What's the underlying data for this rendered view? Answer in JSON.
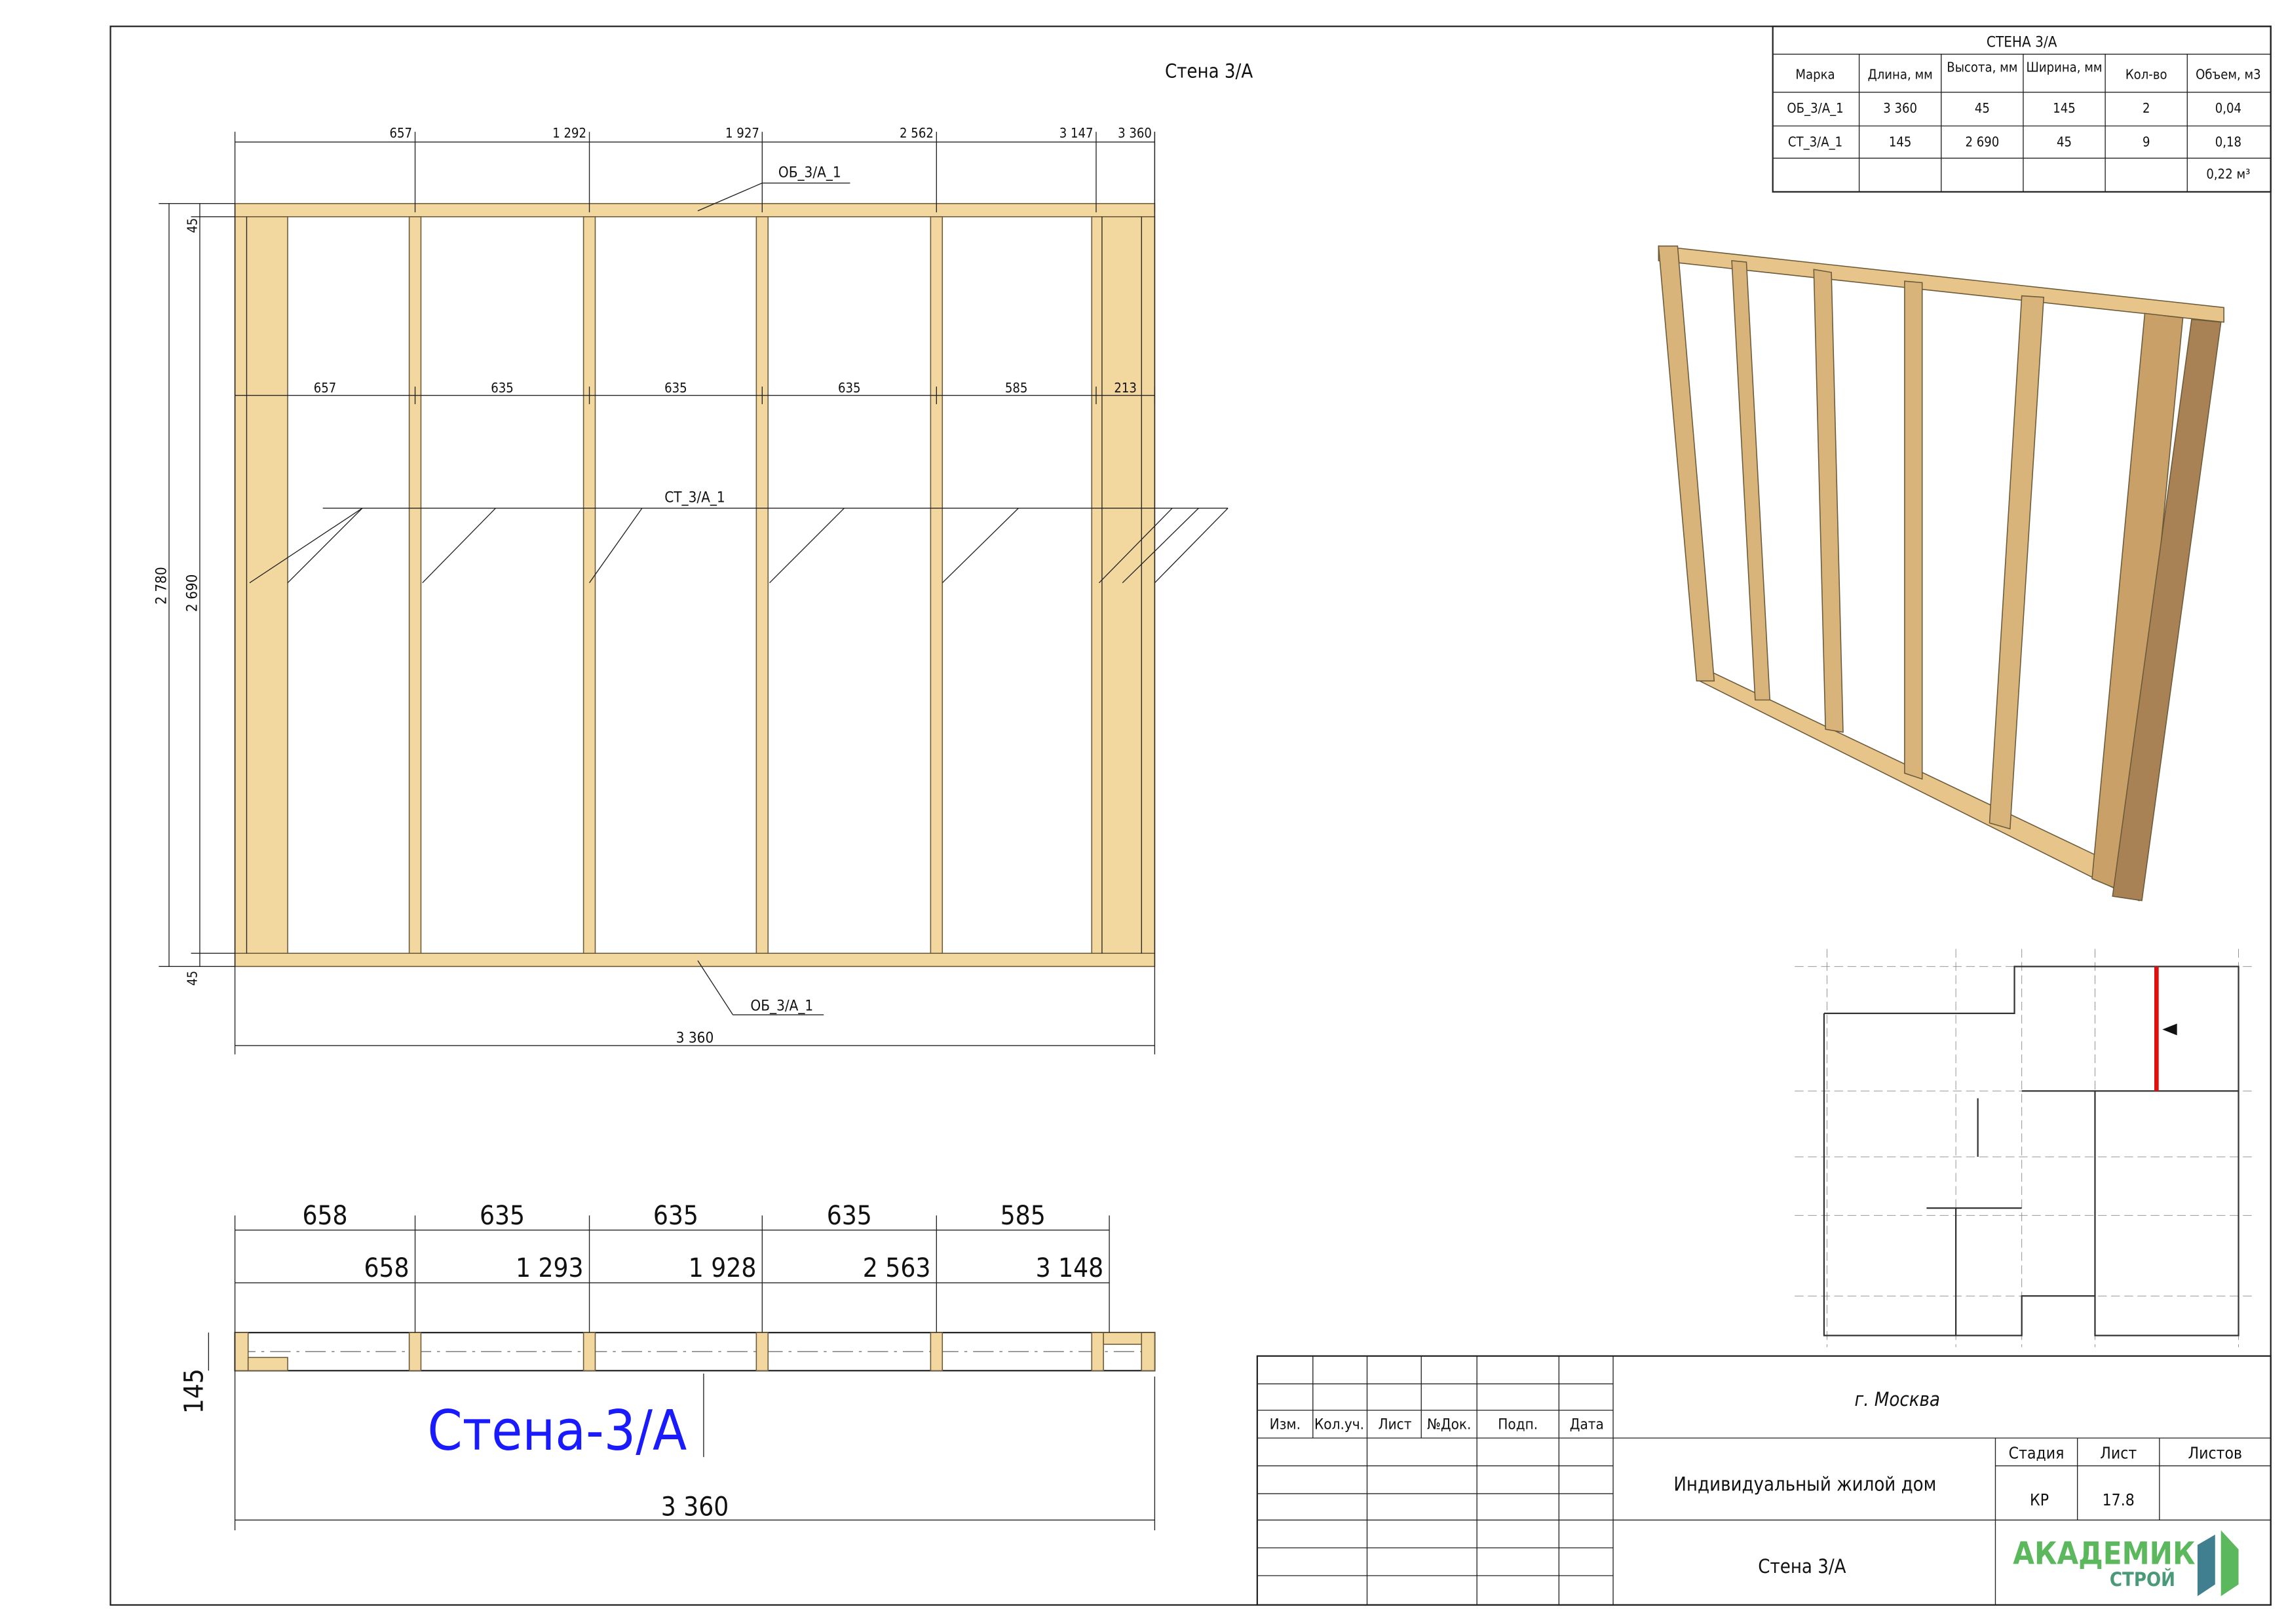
{
  "sheet_title": "Стена 3/А",
  "elevation": {
    "cumulative_dims": [
      "657",
      "1 292",
      "1 927",
      "2 562",
      "3 147",
      "3 360"
    ],
    "spacing_dims": [
      "657",
      "635",
      "635",
      "635",
      "585",
      "213"
    ],
    "overall_height": "2 780",
    "stud_height": "2 690",
    "plate_top": "45",
    "plate_bottom": "45",
    "overall_length": "3 360",
    "label_plate_top": "ОБ_3/А_1",
    "label_plate_bottom": "ОБ_3/А_1",
    "label_studs": "СТ_3/А_1"
  },
  "section": {
    "spacing_dims": [
      "658",
      "635",
      "635",
      "635",
      "585"
    ],
    "cumulative_dims": [
      "658",
      "1 293",
      "1 928",
      "2 563",
      "3 148"
    ],
    "thickness": "145",
    "overall_length": "3 360",
    "cut_label": "Стена-3/А",
    "cut_label_color": "#1a1aff"
  },
  "spec_table": {
    "title": "СТЕНА 3/А",
    "headers": [
      "Марка",
      "Длина, мм",
      "Высота, мм",
      "Ширина, мм",
      "Кол-во",
      "Объем, м3"
    ],
    "rows": [
      [
        "ОБ_3/А_1",
        "3 360",
        "45",
        "145",
        "2",
        "0,04"
      ],
      [
        "СТ_3/А_1",
        "145",
        "2 690",
        "45",
        "9",
        "0,18"
      ],
      [
        "",
        "",
        "",
        "",
        "",
        "0,22 м³"
      ]
    ]
  },
  "title_block": {
    "headers": [
      "Изм.",
      "Кол.уч.",
      "Лист",
      "№Док.",
      "Подп.",
      "Дата"
    ],
    "city": "г. Москва",
    "project": "Индивидуальный жилой дом",
    "sheet_name": "Стена 3/А",
    "stage_label": "Стадия",
    "sheet_label": "Лист",
    "sheets_label": "Листов",
    "stage": "КР",
    "sheet": "17.8",
    "logo_main": "АКАДЕМИК",
    "logo_sub": "СТРОЙ"
  },
  "colors": {
    "wood": "#f2d79f",
    "highlight": "#e01010",
    "logo_green": "#5cb85c",
    "logo_teal": "#3f7f8f"
  }
}
